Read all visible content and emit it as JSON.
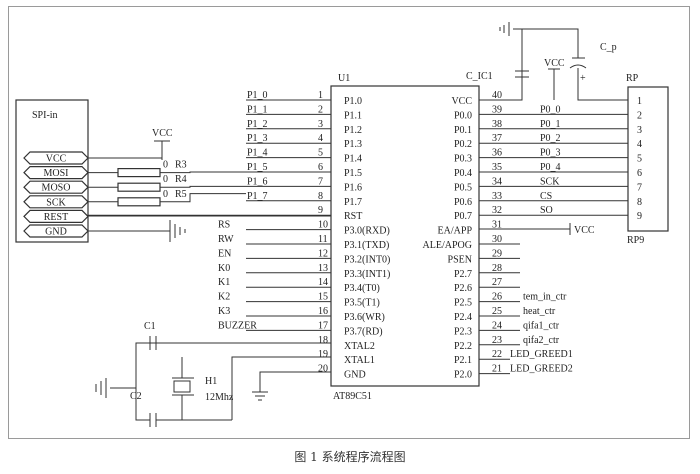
{
  "caption": "图 1 系统程序流程图",
  "u1": {
    "ref": "U1",
    "part": "AT89C51",
    "left_pins": [
      {
        "num": "1",
        "name": "P1.0",
        "net": "P1_0"
      },
      {
        "num": "2",
        "name": "P1.1",
        "net": "P1_1"
      },
      {
        "num": "3",
        "name": "P1.2",
        "net": "P1_2"
      },
      {
        "num": "4",
        "name": "P1.3",
        "net": "P1_3"
      },
      {
        "num": "5",
        "name": "P1.4",
        "net": "P1_4"
      },
      {
        "num": "6",
        "name": "P1.5",
        "net": "P1_5"
      },
      {
        "num": "7",
        "name": "P1.6",
        "net": "P1_6"
      },
      {
        "num": "8",
        "name": "P1.7",
        "net": "P1_7"
      },
      {
        "num": "9",
        "name": "RST",
        "net": ""
      },
      {
        "num": "10",
        "name": "P3.0(RXD)",
        "net": "RS"
      },
      {
        "num": "11",
        "name": "P3.1(TXD)",
        "net": "RW"
      },
      {
        "num": "12",
        "name": "P3.2(INT0)",
        "net": "EN"
      },
      {
        "num": "13",
        "name": "P3.3(INT1)",
        "net": "K0"
      },
      {
        "num": "14",
        "name": "P3.4(T0)",
        "net": "K1"
      },
      {
        "num": "15",
        "name": "P3.5(T1)",
        "net": "K2"
      },
      {
        "num": "16",
        "name": "P3.6(WR)",
        "net": "K3"
      },
      {
        "num": "17",
        "name": "P3.7(RD)",
        "net": "BUZZER"
      },
      {
        "num": "18",
        "name": "XTAL2",
        "net": ""
      },
      {
        "num": "19",
        "name": "XTAL1",
        "net": ""
      },
      {
        "num": "20",
        "name": "GND",
        "net": ""
      }
    ],
    "right_pins": [
      {
        "num": "40",
        "name": "VCC",
        "net": ""
      },
      {
        "num": "39",
        "name": "P0.0",
        "net": "P0_0"
      },
      {
        "num": "38",
        "name": "P0.1",
        "net": "P0_1"
      },
      {
        "num": "37",
        "name": "P0.2",
        "net": "P0_2"
      },
      {
        "num": "36",
        "name": "P0.3",
        "net": "P0_3"
      },
      {
        "num": "35",
        "name": "P0.4",
        "net": "P0_4"
      },
      {
        "num": "34",
        "name": "P0.5",
        "net": "SCK"
      },
      {
        "num": "33",
        "name": "P0.6",
        "net": "CS"
      },
      {
        "num": "32",
        "name": "P0.7",
        "net": "SO"
      },
      {
        "num": "31",
        "name": "EA/APP",
        "net": ""
      },
      {
        "num": "30",
        "name": "ALE/APOG",
        "net": ""
      },
      {
        "num": "29",
        "name": "PSEN",
        "net": ""
      },
      {
        "num": "28",
        "name": "P2.7",
        "net": ""
      },
      {
        "num": "27",
        "name": "P2.6",
        "net": ""
      },
      {
        "num": "26",
        "name": "P2.5",
        "net": "tem_in_ctr"
      },
      {
        "num": "25",
        "name": "P2.4",
        "net": "heat_ctr"
      },
      {
        "num": "24",
        "name": "P2.3",
        "net": "qifa1_ctr"
      },
      {
        "num": "23",
        "name": "P2.2",
        "net": "qifa2_ctr"
      },
      {
        "num": "22",
        "name": "P2.1",
        "net": "LED_GREED1"
      },
      {
        "num": "21",
        "name": "P2.0",
        "net": "LED_GREED2"
      }
    ]
  },
  "rp9": {
    "ref": "RP",
    "part": "RP9",
    "pins": [
      "1",
      "2",
      "3",
      "4",
      "5",
      "6",
      "7",
      "8",
      "9"
    ]
  },
  "spi": {
    "title": "SPI-in",
    "signals": [
      "VCC",
      "MOSI",
      "MOSO",
      "SCK",
      "REST",
      "GND"
    ]
  },
  "resistors": [
    {
      "ref": "R3",
      "value": "0"
    },
    {
      "ref": "R4",
      "value": "0"
    },
    {
      "ref": "R5",
      "value": "0"
    }
  ],
  "labels": {
    "vcc": "VCC",
    "c_ic1": "C_IC1",
    "c_p": "C_p",
    "plus": "+",
    "c1": "C1",
    "c2": "C2",
    "h1": "H1",
    "freq": "12Mhz"
  }
}
